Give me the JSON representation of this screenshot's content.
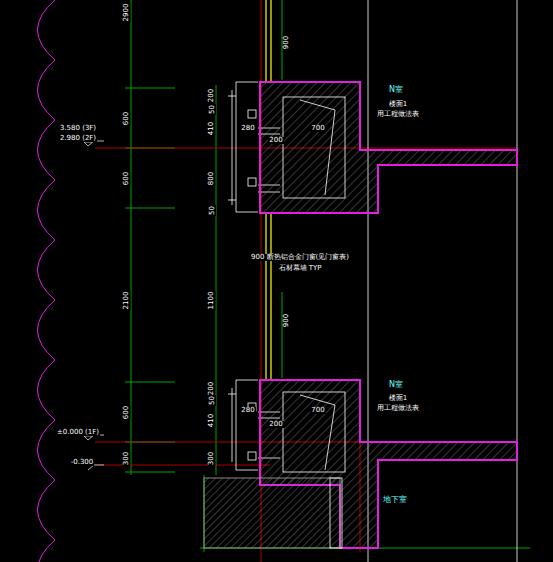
{
  "diagram": {
    "labels": [
      "2900",
      "600",
      "600",
      "2100",
      "600",
      "300",
      "200",
      "50",
      "410",
      "800",
      "50",
      "280",
      "200",
      "700",
      "900",
      "3.580 (3F)",
      "2.980 (2F)",
      "N室",
      "楼面1",
      "用工程做法表",
      "900 断热铝合金门窗(见门窗表)",
      "石材幕墙 TYP",
      "900",
      "1100",
      "200",
      "50",
      "410",
      "300",
      "280",
      "200",
      "700",
      "N室",
      "楼面1",
      "用工程做法表",
      "±0.000 (1F)",
      "-0.300",
      "地下室"
    ]
  }
}
